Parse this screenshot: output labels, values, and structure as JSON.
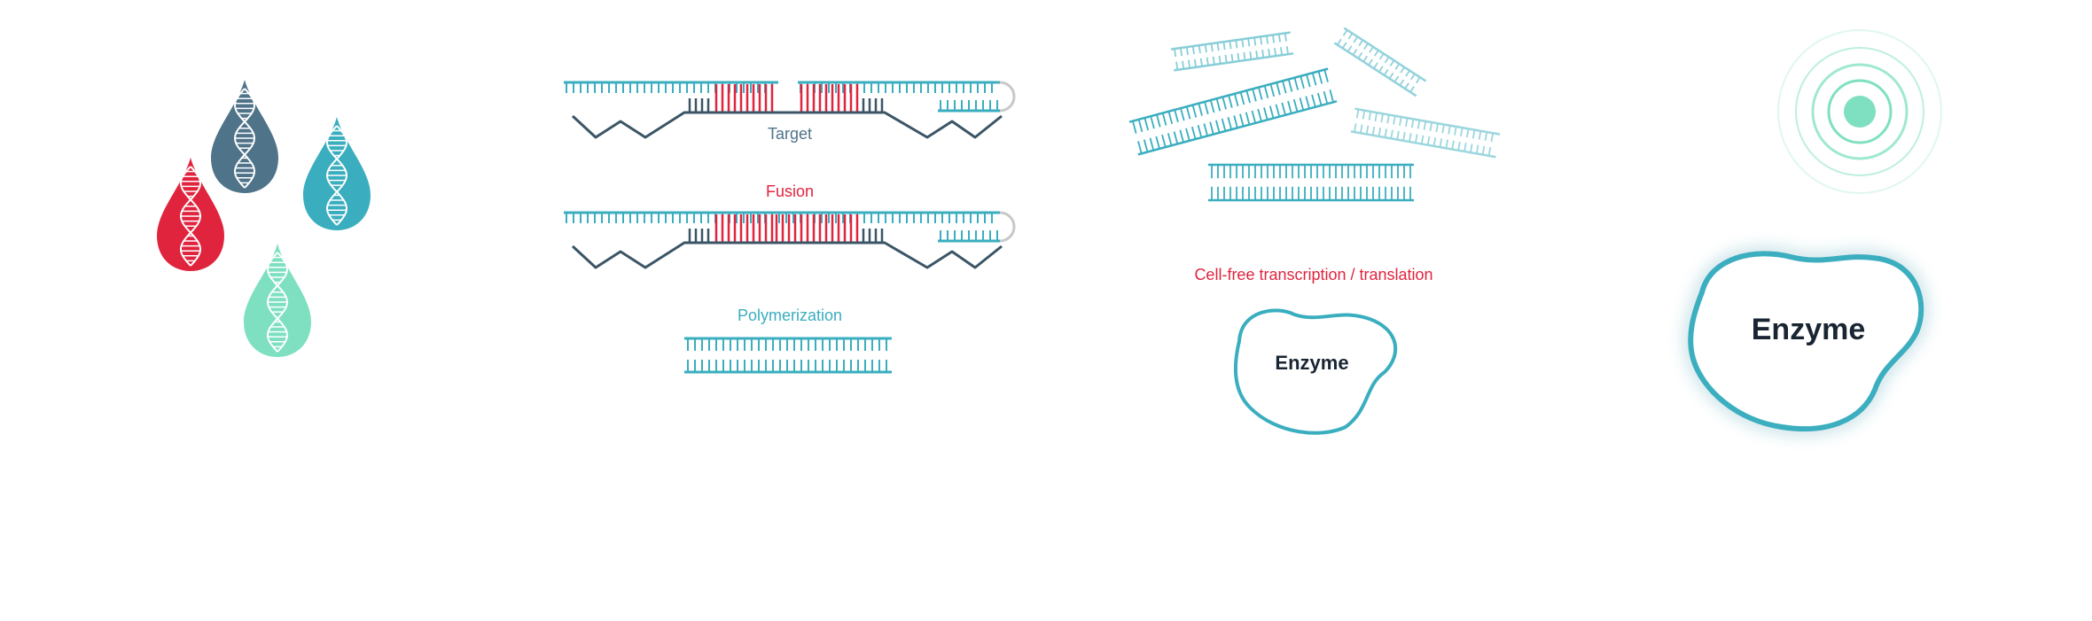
{
  "colors": {
    "teal": "#3aaebf",
    "dark": "#3b5566",
    "red": "#e0243e",
    "slate": "#4f7389",
    "mint": "#7ee0c1",
    "grey": "#c8c8c8",
    "navy": "#1a2533",
    "white": "#ffffff"
  },
  "drops": {
    "icons": [
      "dna-drop-icon",
      "dna-drop-icon",
      "dna-drop-icon",
      "dna-drop-icon"
    ],
    "colors": [
      "red",
      "slate",
      "teal",
      "mint"
    ]
  },
  "labels": {
    "target": "Target",
    "fusion": "Fusion",
    "polymerization": "Polymerization",
    "cellfree": "Cell-free transcription / translation",
    "enzyme_small": "Enzyme",
    "enzyme_large": "Enzyme"
  },
  "signal": {
    "icon": "signal-dot-icon"
  }
}
